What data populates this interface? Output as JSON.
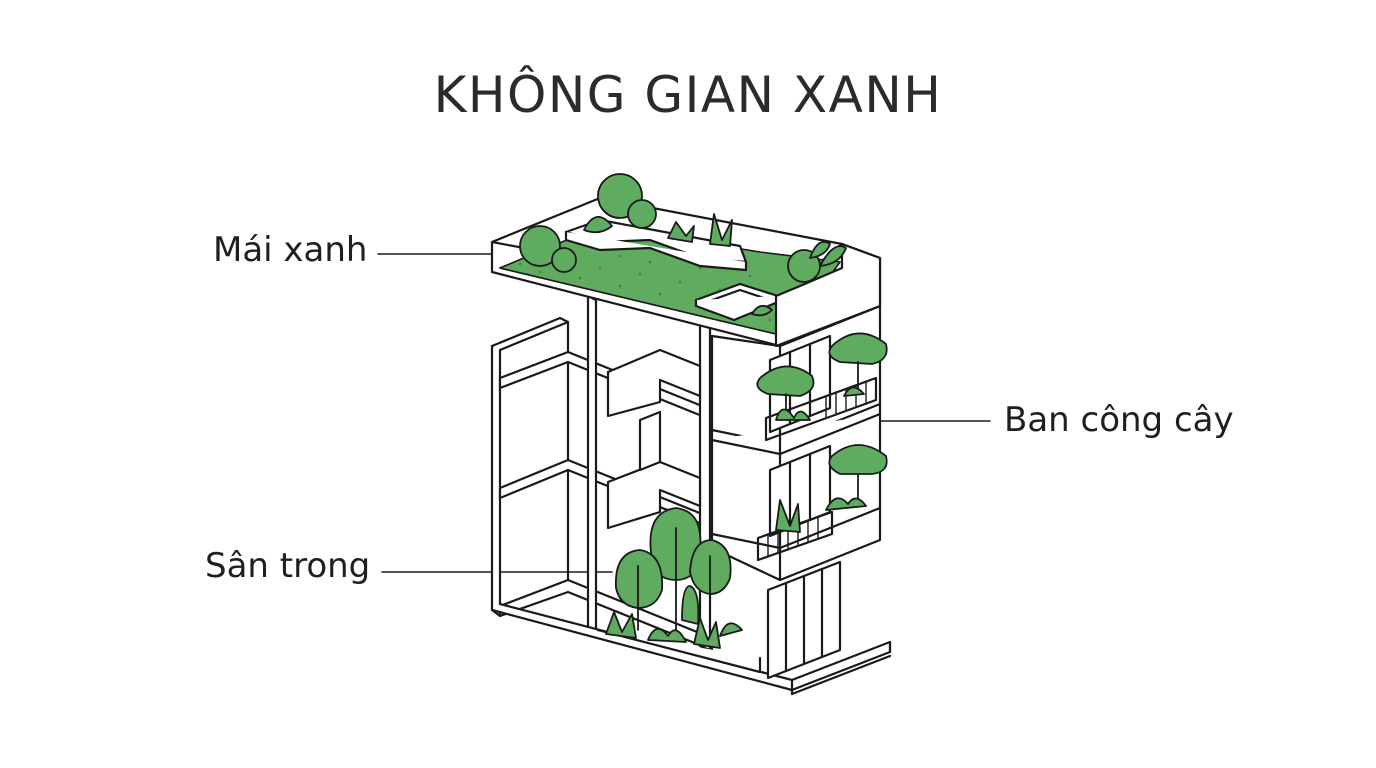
{
  "title": "KHÔNG GIAN XANH",
  "labels": {
    "roof": "Mái xanh",
    "balcony": "Ban công cây",
    "courtyard": "Sân trong"
  },
  "colors": {
    "line": "#1a1a1a",
    "green": "#5fab5f",
    "green_dark": "#3e8a45",
    "background": "#ffffff"
  }
}
